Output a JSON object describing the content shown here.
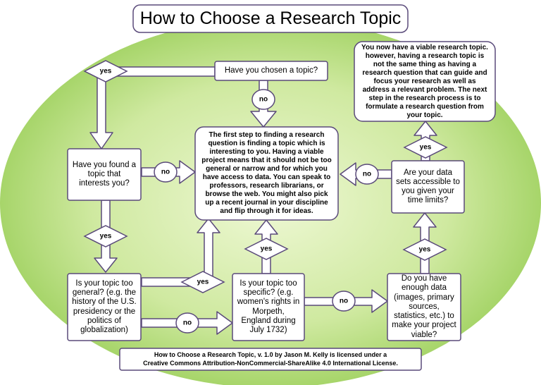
{
  "title": "How to Choose a Research Topic",
  "colors": {
    "background_outer": "#ffffff",
    "oval_center": "#eef8d4",
    "oval_edge": "#9bcf5a",
    "border": "#5a4a7a",
    "box_fill": "#ffffff"
  },
  "nodes": {
    "chosen_topic": "Have you chosen a topic?",
    "found_topic": "Have you found a topic that interests you?",
    "first_step": "The first step to finding a research question is finding a topic which is interesting to you.  Having a viable project means that it should not be too general or narrow and for which you have access to data. You can speak to professors, research librarians, or browse the web. You might also pick up a recent journal in your discipline and flip through it for ideas.",
    "too_general": "Is your topic too general? (e.g. the history of the U.S. presidency or the politics of globalization)",
    "too_specific": "Is your topic too specific? (e.g. women's rights in Morpeth, England during July 1732)",
    "enough_data": "Do you have enough data (images, primary sources, statistics, etc.) to make your project viable?",
    "data_accessible": "Are your data sets accessible to you given your time limits?",
    "viable_topic": "You now have a viable research topic. however, having a research topic is not the same thing as having a research question that can guide and focus your research as well as address a relevant problem.  The next step in the research process is to formulate a research question from your topic."
  },
  "labels": {
    "chosen_yes": "yes",
    "chosen_no": "no",
    "found_no": "no",
    "found_yes": "yes",
    "general_yes": "yes",
    "general_no": "no",
    "specific_yes": "yes",
    "specific_no": "no",
    "enough_yes": "yes",
    "access_yes": "yes",
    "access_no": "no"
  },
  "license": {
    "line1": "How to Choose a Research Topic, v. 1.0 by Jason M. Kelly is licensed under a",
    "line2": "Creative Commons Attribution-NonCommercial-ShareAlike 4.0 International License."
  }
}
